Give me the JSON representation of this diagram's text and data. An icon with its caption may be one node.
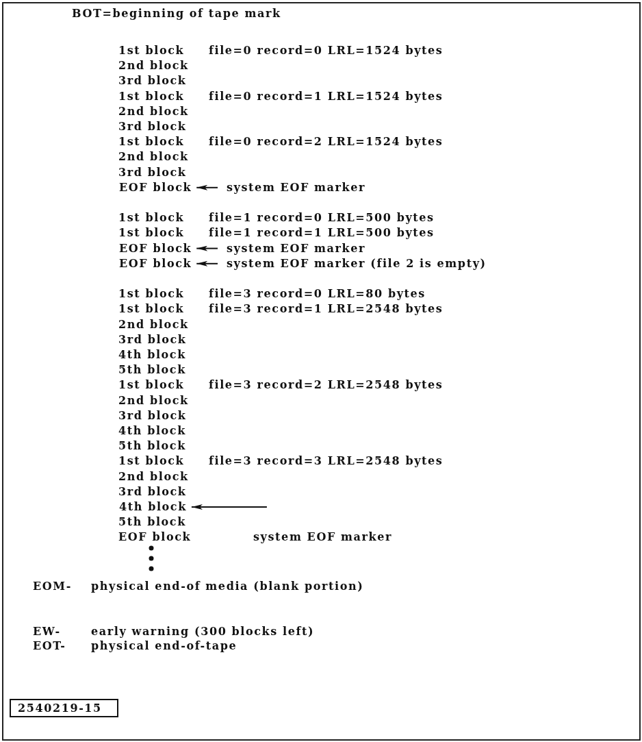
{
  "diagram": {
    "nodes": [
      {
        "text": [
          "EOF block"
        ]
      },
      {
        "text": [
          "system EOF marker"
        ]
      },
      {
        "text": [
          "EOF block"
        ]
      },
      {
        "text": [
          "system EOF marker"
        ]
      },
      {
        "text": [
          "EOF block"
        ]
      },
      {
        "text": [
          "system EOF marker (file 2 is empty)"
        ]
      },
      {
        "text": [
          "4th block"
        ]
      },
      {
        "text": [
          "2540219-15"
        ]
      }
    ],
    "edges": [
      {
        "from": 1,
        "to": 0,
        "arrow": "to"
      },
      {
        "from": 3,
        "to": 2,
        "arrow": "to"
      },
      {
        "from": 5,
        "to": 4,
        "arrow": "to"
      },
      {
        "from": null,
        "to": 6,
        "arrow": "to"
      }
    ],
    "labels": [
      "BOT=beginning of tape mark",
      "1st block",
      "file=0 record=0 LRL=1524 bytes",
      "2nd block",
      "3rd block",
      "1st block",
      "file=0 record=1 LRL=1524 bytes",
      "2nd block",
      "3rd block",
      "1st block",
      "file=0 record=2 LRL=1524 bytes",
      "2nd block",
      "3rd block",
      "1st block",
      "file=1 record=0 LRL=500 bytes",
      "1st block",
      "file=1 record=1 LRL=500 bytes",
      "1st block",
      "file=3 record=0 LRL=80 bytes",
      "1st block",
      "file=3 record=1 LRL=2548 bytes",
      "2nd block",
      "3rd block",
      "4th block",
      "5th block",
      "1st block",
      "file=3 record=2 LRL=2548 bytes",
      "2nd block",
      "3rd block",
      "4th block",
      "5th block",
      "1st block",
      "file=3 record=3 LRL=2548 bytes",
      "2nd block",
      "3rd block",
      "5th block",
      "EOF block",
      "system EOF marker",
      "EOM-",
      "physical end-of media (blank portion)",
      "EW-",
      "early warning (300 blocks left)",
      "EOT-",
      "physical end-of-tape"
    ]
  }
}
